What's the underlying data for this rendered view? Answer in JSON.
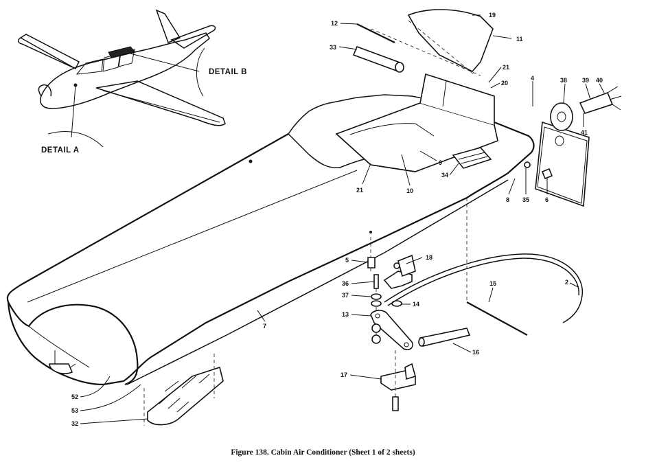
{
  "caption": "Figure 138. Cabin Air Conditioner (Sheet 1 of 2 sheets)",
  "details": {
    "a": "DETAIL A",
    "b": "DETAIL B"
  },
  "callouts": {
    "c2": "2",
    "c4": "4",
    "c5": "5",
    "c6": "6",
    "c7": "7",
    "c8": "8",
    "c9": "9",
    "c10": "10",
    "c11": "11",
    "c12": "12",
    "c13": "13",
    "c14": "14",
    "c15": "15",
    "c16": "16",
    "c17": "17",
    "c18": "18",
    "c19": "19",
    "c20": "20",
    "c21a": "21",
    "c21b": "21",
    "c32": "32",
    "c33": "33",
    "c34": "34",
    "c35": "35",
    "c36": "36",
    "c37": "37",
    "c38": "38",
    "c39": "39",
    "c40": "40",
    "c41": "41",
    "c52": "52",
    "c53": "53"
  }
}
